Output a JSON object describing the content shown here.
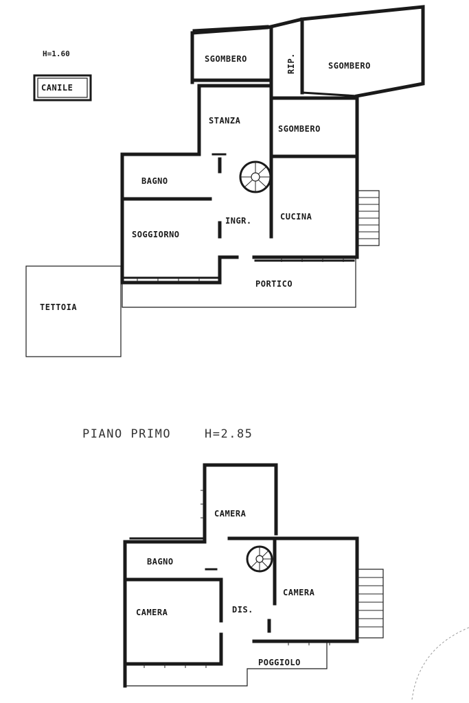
{
  "ground_floor": {
    "height_label": "H=1.60",
    "rooms": {
      "canile": "CANILE",
      "sgombero_1": "SGOMBERO",
      "rip": "RIP.",
      "sgombero_2": "SGOMBERO",
      "stanza": "STANZA",
      "sgombero_3": "SGOMBERO",
      "bagno": "BAGNO",
      "ingr": "INGR.",
      "cucina": "CUCINA",
      "soggiorno": "SOGGIORNO",
      "portico": "PORTICO",
      "tettoia": "TETTOIA"
    }
  },
  "first_floor": {
    "title": "PIANO PRIMO",
    "height_label": "H=2.85",
    "rooms": {
      "camera_top": "CAMERA",
      "bagno": "BAGNO",
      "camera_right": "CAMERA",
      "camera_left": "CAMERA",
      "dis": "DIS.",
      "poggiolo": "POGGIOLO"
    }
  }
}
